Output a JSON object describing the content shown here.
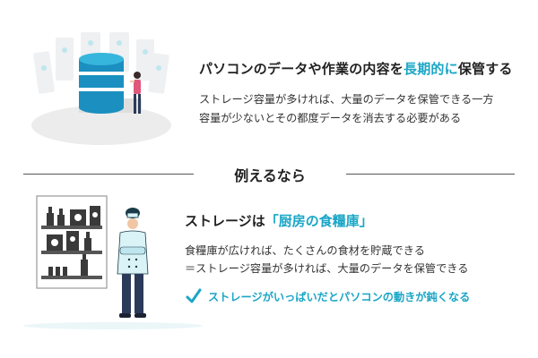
{
  "top": {
    "heading_pre": "パソコンのデータや作業の内容を",
    "heading_highlight": "長期的に",
    "heading_post": "保管する",
    "body_line1": "ストレージ容量が多ければ、大量のデータを保管できる一方",
    "body_line2": "容量が少ないとその都度データを消去する必要がある",
    "illustration_icon": "database-illustration"
  },
  "divider": {
    "label": "例えるなら"
  },
  "bottom": {
    "heading_pre": "ストレージは",
    "heading_highlight": "「厨房の食糧庫」",
    "body_line1": "食糧庫が広ければ、たくさんの食材を貯蔵できる",
    "body_line2": "＝ストレージ容量が多ければ、大量のデータを保管できる",
    "check_text": "ストレージがいっぱいだとパソコンの動きが鈍くなる",
    "check_icon": "check-icon"
  },
  "colors": {
    "accent": "#1aa6c6",
    "text": "#222222",
    "chef_coat": "#d9f3f6",
    "pants": "#2c3a5a"
  }
}
